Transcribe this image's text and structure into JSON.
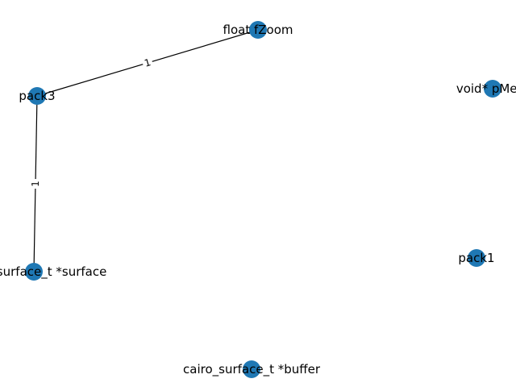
{
  "graph": {
    "node_color": "#1f78b4",
    "nodes": [
      {
        "id": "float_fzoom",
        "label": "float fZoom"
      },
      {
        "id": "pack3",
        "label": "pack3"
      },
      {
        "id": "void_pmem",
        "label": "void* pMem"
      },
      {
        "id": "surface",
        "label": "cairo_surface_t *surface"
      },
      {
        "id": "pack1",
        "label": "pack1"
      },
      {
        "id": "buffer",
        "label": "cairo_surface_t *buffer"
      }
    ],
    "edges": [
      {
        "source": "pack3",
        "target": "float_fzoom",
        "label": "1"
      },
      {
        "source": "pack3",
        "target": "surface",
        "label": "1"
      }
    ]
  }
}
